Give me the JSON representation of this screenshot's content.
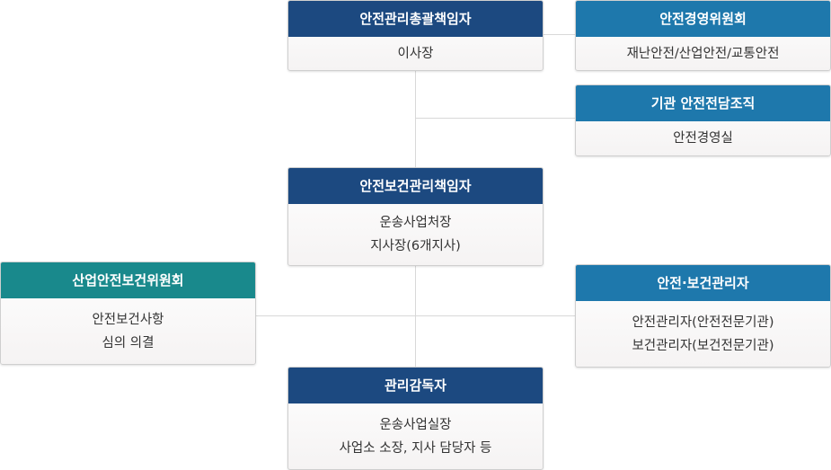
{
  "org_chart": {
    "top_manager": {
      "title": "안전관리총괄책임자",
      "lines": [
        "이사장"
      ]
    },
    "safety_committee": {
      "title": "안전경영위원회",
      "lines": [
        "재난안전/산업안전/교통안전"
      ]
    },
    "dedicated_org": {
      "title": "기관 안전전담조직",
      "lines": [
        "안전경영실"
      ]
    },
    "health_manager": {
      "title": "안전보건관리책임자",
      "lines": [
        "운송사업처장",
        "지사장(6개지사)"
      ]
    },
    "industrial_committee": {
      "title": "산업안전보건위원회",
      "lines": [
        "안전보건사항",
        "심의 의결"
      ]
    },
    "safety_health_admin": {
      "title": "안전·보건관리자",
      "lines": [
        "안전관리자(안전전문기관)",
        "보건관리자(보건전문기관)"
      ]
    },
    "supervisor": {
      "title": "관리감독자",
      "lines": [
        "운송사업실장",
        "사업소 소장, 지사 담당자 등"
      ]
    }
  },
  "colors": {
    "navy": "#1c4980",
    "blue": "#1e78ac",
    "teal": "#19898c",
    "connector": "#d8d8d8"
  }
}
